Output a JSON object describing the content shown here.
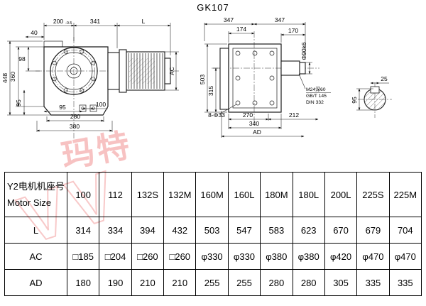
{
  "title": "GK107",
  "watermark": {
    "text_cn": "玛特",
    "text_latin": "VV"
  },
  "left_view": {
    "dims": {
      "d200": "200",
      "d200_tol": "-0.5",
      "d341": "341",
      "dL": "L",
      "d40": "40",
      "d98": "98",
      "d360": "360",
      "d448": "448",
      "d95_left": "95",
      "d95_bottom": "95",
      "d100": "100",
      "d280": "280",
      "d380": "380",
      "dAC": "AC"
    }
  },
  "right_view": {
    "dims": {
      "d347_left": "347",
      "d347_right": "347",
      "d174": "174",
      "d170": "170",
      "d_shaft": "Φ90k6",
      "d503": "503",
      "d315": "315",
      "d_holes": "8-Φ33",
      "d270": "270",
      "d212": "212",
      "d340": "340",
      "dAD": "AD"
    },
    "thread_note": [
      "M24深60",
      "GB/T 145",
      "DIN 332"
    ]
  },
  "section_view": {
    "dims": {
      "d25": "25",
      "d95": "95"
    }
  },
  "table": {
    "header_cn": "Y2电机机座号",
    "header_en": "Motor Size",
    "sizes": [
      "100",
      "112",
      "132S",
      "132M",
      "160M",
      "160L",
      "180M",
      "180L",
      "200L",
      "225S",
      "225M"
    ],
    "rows": [
      {
        "label": "L",
        "values": [
          "314",
          "334",
          "394",
          "432",
          "503",
          "547",
          "583",
          "623",
          "670",
          "679",
          "704"
        ]
      },
      {
        "label": "AC",
        "values": [
          "□185",
          "□204",
          "□260",
          "□260",
          "φ330",
          "φ330",
          "φ380",
          "φ380",
          "φ420",
          "φ470",
          "φ470"
        ]
      },
      {
        "label": "AD",
        "values": [
          "180",
          "190",
          "210",
          "210",
          "255",
          "255",
          "280",
          "280",
          "305",
          "335",
          "335"
        ]
      }
    ]
  }
}
